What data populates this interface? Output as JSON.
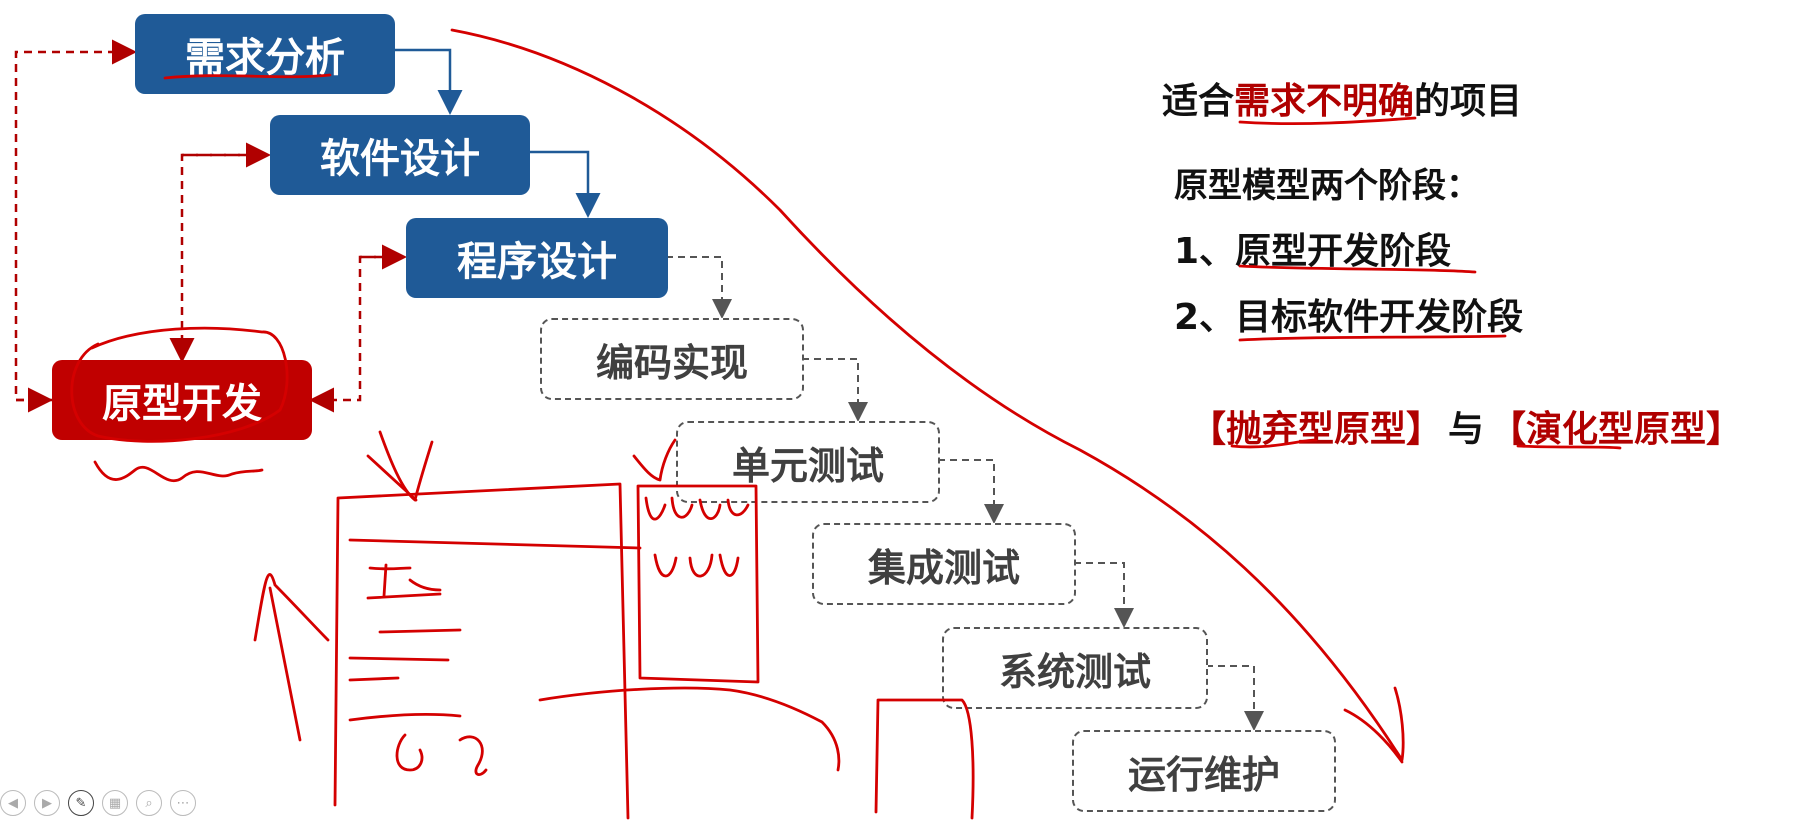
{
  "nodes": {
    "requirements": "需求分析",
    "software_design": "软件设计",
    "program_design": "程序设计",
    "prototype": "原型开发",
    "coding": "编码实现",
    "unit_test": "单元测试",
    "integration_test": "集成测试",
    "system_test": "系统测试",
    "maintenance": "运行维护"
  },
  "notes": {
    "suitable_prefix": "适合",
    "suitable_highlight": "需求不明确",
    "suitable_suffix": "的项目",
    "stages_title": "原型模型两个阶段：",
    "stage1_num": "1、",
    "stage1": "原型开发阶段",
    "stage2_num": "2、",
    "stage2": "目标软件开发阶段",
    "throwaway": "【抛弃型原型】",
    "and": "与",
    "evolutionary": "【演化型原型】"
  },
  "toolbar": {
    "prev": "◀",
    "next": "▶",
    "pen": "✎",
    "slides": "▦",
    "zoom": "⌕",
    "more": "⋯"
  },
  "colors": {
    "blue_box": "#1f5a97",
    "red_box": "#c00000",
    "ink": "#d40000",
    "dashed": "#555555"
  }
}
